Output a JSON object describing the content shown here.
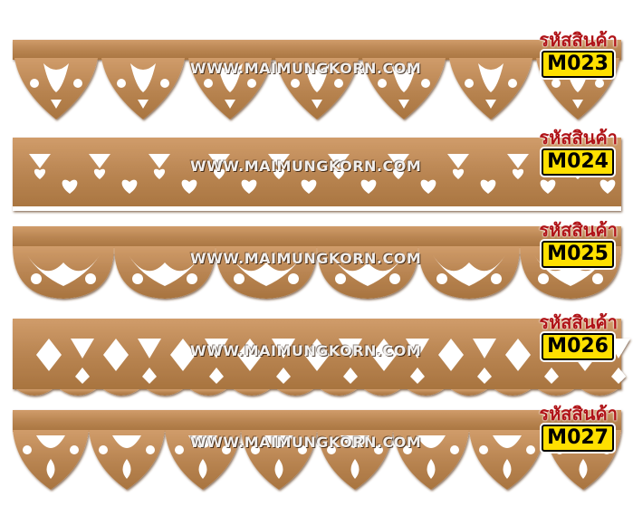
{
  "colors": {
    "wood_light": "#c89462",
    "wood_mid": "#b07a4a",
    "wood_dark": "#7a4e2a",
    "label_red": "#b01418",
    "code_bg": "#ffe000"
  },
  "products": [
    {
      "label": "รหัสสินค้า",
      "code": "M023",
      "watermark": "WWW.MAIMUNGKORN.COM",
      "pattern": "scallop-flower"
    },
    {
      "label": "รหัสสินค้า",
      "code": "M024",
      "watermark": "WWW.MAIMUNGKORN.COM",
      "pattern": "hearts-triangles"
    },
    {
      "label": "รหัสสินค้า",
      "code": "M025",
      "watermark": "WWW.MAIMUNGKORN.COM",
      "pattern": "scroll-arches"
    },
    {
      "label": "รหัสสินค้า",
      "code": "M026",
      "watermark": "WWW.MAIMUNGKORN.COM",
      "pattern": "diamond-triangles"
    },
    {
      "label": "รหัสสินค้า",
      "code": "M027",
      "watermark": "WWW.MAIMUNGKORN.COM",
      "pattern": "leaf-scallop"
    }
  ]
}
